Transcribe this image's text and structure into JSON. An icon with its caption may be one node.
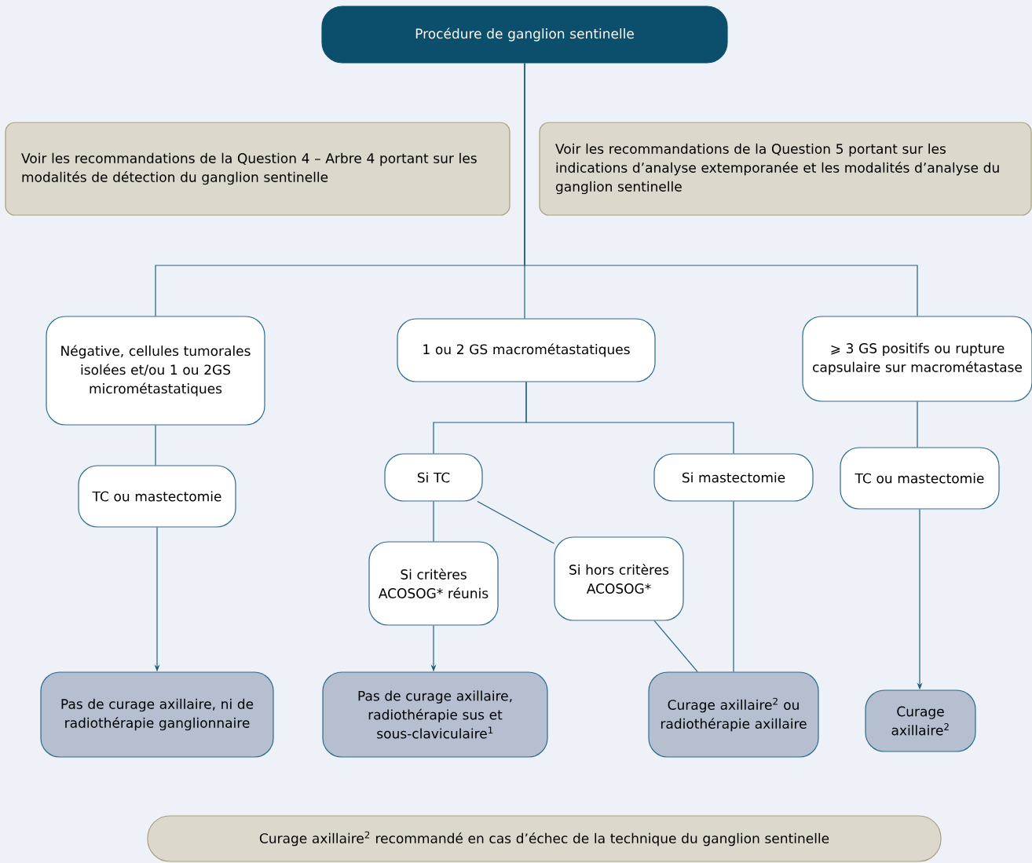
{
  "diagram": {
    "nodes": [
      {
        "text": [
          "Procédure de ganglion sentinelle"
        ]
      },
      {
        "text": [
          "Voir les recommandations de la Question 4 – Arbre 4 portant sur les modalités de détection du ganglion sentinelle"
        ]
      },
      {
        "text": [
          "Voir les recommandations de la Question 5 portant sur les indications d’analyse extemporanée et les modalités d’analyse du ganglion sentinelle"
        ]
      },
      {
        "text": [
          "Négative, cellules tumorales isolées et/ou 1 ou 2GS micrométastatiques"
        ]
      },
      {
        "text": [
          "1 ou 2 GS macrométastatiques"
        ]
      },
      {
        "text": [
          "⩾ 3 GS positifs ou rupture capsulaire sur macrométastase"
        ]
      },
      {
        "text": [
          "TC ou mastectomie"
        ]
      },
      {
        "text": [
          "Si TC"
        ]
      },
      {
        "text": [
          "Si mastectomie"
        ]
      },
      {
        "text": [
          "TC ou mastectomie"
        ]
      },
      {
        "text": [
          "Si critères ACOSOG* réunis"
        ]
      },
      {
        "text": [
          "Si hors critères ACOSOG*"
        ]
      },
      {
        "text": [
          "Pas de curage axillaire, ni de radiothérapie ganglionnaire"
        ]
      },
      {
        "text": [
          "Pas de curage axillaire, radiothérapie sus et sous-claviculaire$^{1}$"
        ]
      },
      {
        "text": [
          "Curage axillaire$^{2}$ ou radiothérapie axillaire"
        ]
      },
      {
        "text": [
          "Curage axillaire$^{2}$"
        ]
      },
      {
        "text": [
          "Curage axillaire$^{2}$ recommandé en cas d’échec de la technique du ganglion sentinelle"
        ]
      }
    ],
    "edges": [
      {
        "from": 0,
        "to": 3,
        "arrow": "none"
      },
      {
        "from": 0,
        "to": 4,
        "arrow": "none"
      },
      {
        "from": 0,
        "to": 5,
        "arrow": "none"
      },
      {
        "from": 3,
        "to": 6,
        "arrow": "none"
      },
      {
        "from": 6,
        "to": 12,
        "arrow": "to"
      },
      {
        "from": 4,
        "to": 7,
        "arrow": "none"
      },
      {
        "from": 4,
        "to": 8,
        "arrow": "none"
      },
      {
        "from": 7,
        "to": 10,
        "arrow": "none"
      },
      {
        "from": 7,
        "to": 11,
        "arrow": "none"
      },
      {
        "from": 10,
        "to": 13,
        "arrow": "to"
      },
      {
        "from": 11,
        "to": 14,
        "arrow": "none"
      },
      {
        "from": 8,
        "to": 14,
        "arrow": "none"
      },
      {
        "from": 5,
        "to": 9,
        "arrow": "none"
      },
      {
        "from": 9,
        "to": 15,
        "arrow": "to"
      }
    ]
  }
}
